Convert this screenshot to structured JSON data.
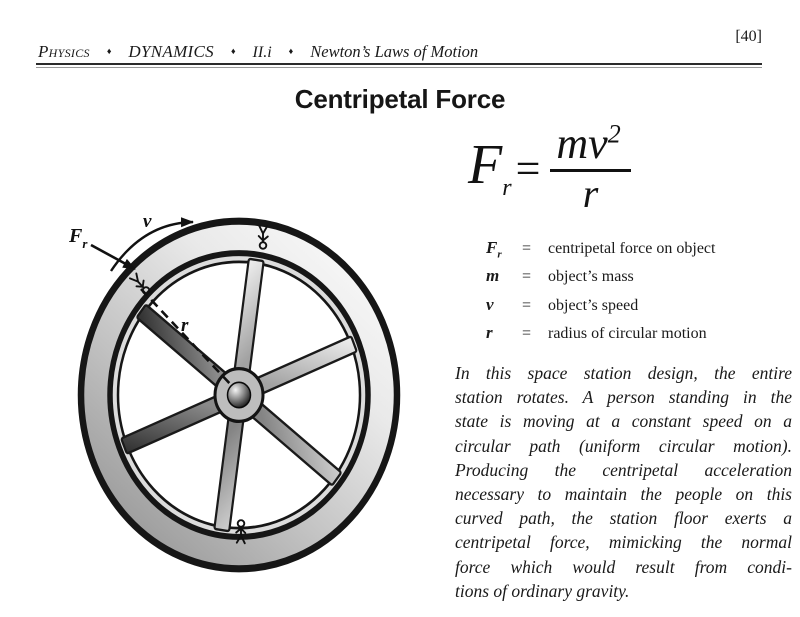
{
  "header": {
    "subject": "Physics",
    "separator": "♦",
    "section": "DYNAMICS",
    "code": "II.i",
    "topic": "Newton’s Laws of Motion",
    "page_number": "[40]"
  },
  "title": "Centripetal Force",
  "formula": {
    "lhs": "F",
    "lhs_sub": "r",
    "equals": "=",
    "numerator": "mv",
    "exponent": "2",
    "denominator": "r"
  },
  "definitions": {
    "rows": [
      {
        "sym": "F",
        "sub": "r",
        "eq": "=",
        "desc": "centripetal force on object"
      },
      {
        "sym": "m",
        "sub": "",
        "eq": "=",
        "desc": "object’s mass"
      },
      {
        "sym": "v",
        "sub": "",
        "eq": "=",
        "desc": "object’s speed"
      },
      {
        "sym": "r",
        "sub": "",
        "eq": "=",
        "desc": "radius of circular motion"
      }
    ]
  },
  "essay": {
    "lines": [
      "In this space station design, the entire",
      "station rotates.  A person standing in the",
      "state is moving at a constant speed on a",
      "circular path (uniform circular motion).",
      "Producing the centripetal acceleration",
      "necessary to maintain the people on this",
      "curved path, the station floor exerts a",
      "centripetal force, mimicking the normal",
      "force which would result from condi-",
      "tions of ordinary gravity."
    ]
  },
  "diagram": {
    "force_label": "F",
    "force_sub": "r",
    "velocity_label": "v",
    "radius_label": "r",
    "colors": {
      "ring_light": "#f8f8f8",
      "ring_dark": "#8a8a8a",
      "track": "#dcdcdc",
      "line": "#141414"
    }
  }
}
